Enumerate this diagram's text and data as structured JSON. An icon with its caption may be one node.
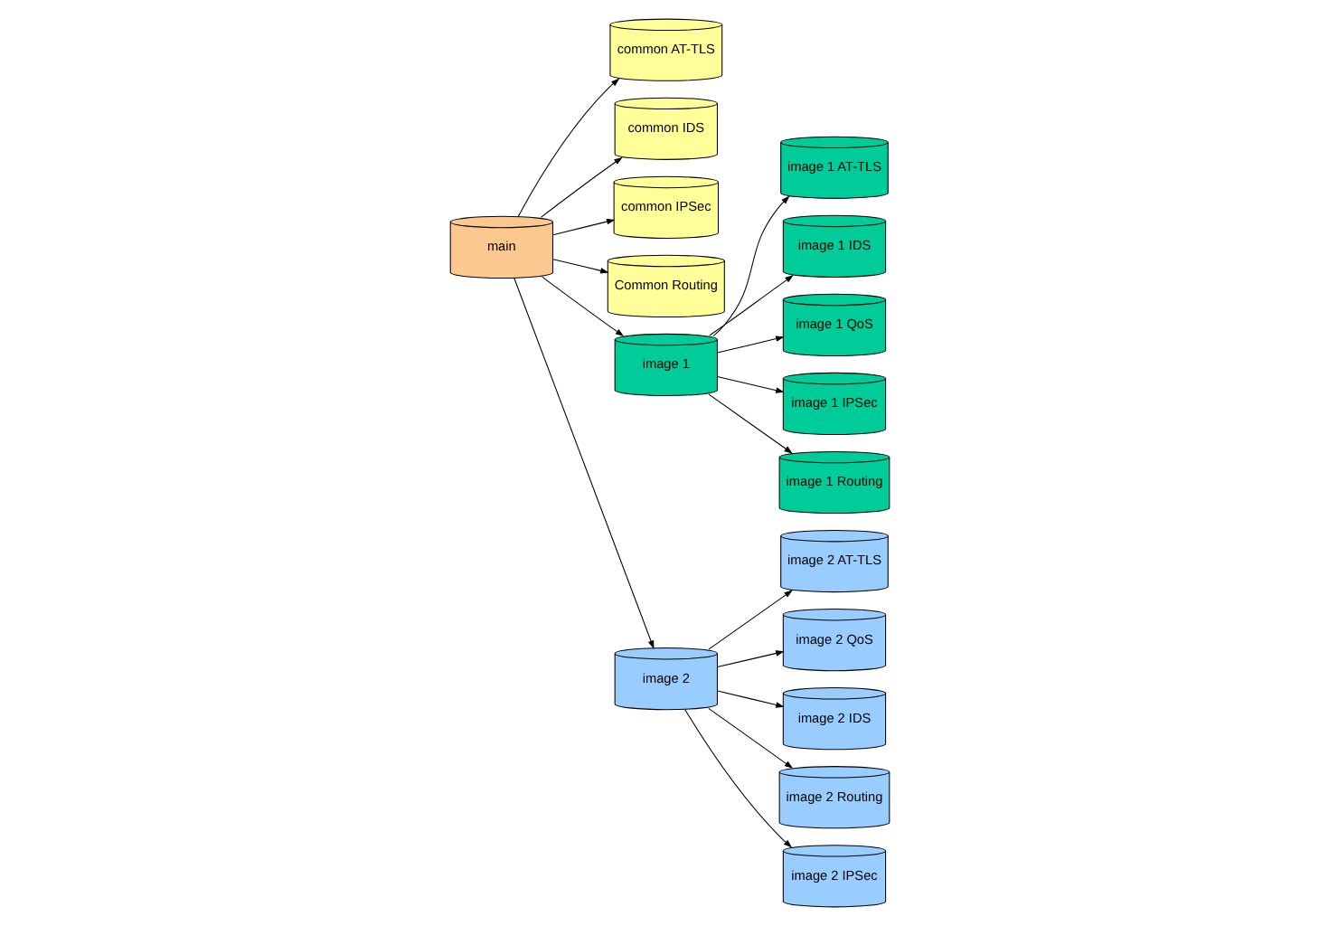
{
  "diagram": {
    "nodes": [
      {
        "text": [
          "main"
        ]
      },
      {
        "text": [
          "common AT-TLS"
        ]
      },
      {
        "text": [
          "common IDS"
        ]
      },
      {
        "text": [
          "common IPSec"
        ]
      },
      {
        "text": [
          "Common Routing"
        ]
      },
      {
        "text": [
          "image 1"
        ]
      },
      {
        "text": [
          "image 1 AT-TLS"
        ]
      },
      {
        "text": [
          "image 1 IDS"
        ]
      },
      {
        "text": [
          "image 1 QoS"
        ]
      },
      {
        "text": [
          "image 1 IPSec"
        ]
      },
      {
        "text": [
          "image 1 Routing"
        ]
      },
      {
        "text": [
          "image 2"
        ]
      },
      {
        "text": [
          "image 2 AT-TLS"
        ]
      },
      {
        "text": [
          "image 2 QoS"
        ]
      },
      {
        "text": [
          "image 2 IDS"
        ]
      },
      {
        "text": [
          "image 2 Routing"
        ]
      },
      {
        "text": [
          "image 2 IPSec"
        ]
      }
    ],
    "edges": [
      {
        "from": 0,
        "to": 1,
        "arrow": "to"
      },
      {
        "from": 0,
        "to": 2,
        "arrow": "to"
      },
      {
        "from": 0,
        "to": 3,
        "arrow": "to"
      },
      {
        "from": 0,
        "to": 4,
        "arrow": "to"
      },
      {
        "from": 0,
        "to": 5,
        "arrow": "to"
      },
      {
        "from": 0,
        "to": 11,
        "arrow": "to"
      },
      {
        "from": 5,
        "to": 6,
        "arrow": "to"
      },
      {
        "from": 5,
        "to": 7,
        "arrow": "to"
      },
      {
        "from": 5,
        "to": 8,
        "arrow": "to"
      },
      {
        "from": 5,
        "to": 9,
        "arrow": "to"
      },
      {
        "from": 5,
        "to": 10,
        "arrow": "to"
      },
      {
        "from": 11,
        "to": 12,
        "arrow": "to"
      },
      {
        "from": 11,
        "to": 14,
        "arrow": "to"
      },
      {
        "from": 11,
        "to": 13,
        "arrow": "to"
      },
      {
        "from": 11,
        "to": 16,
        "arrow": "to"
      },
      {
        "from": 11,
        "to": 15,
        "arrow": "to"
      }
    ]
  }
}
